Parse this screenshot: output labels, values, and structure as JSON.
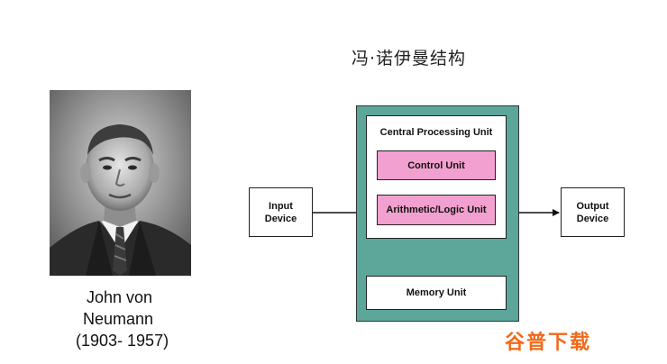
{
  "diagram": {
    "title": "冯·诺伊曼结构",
    "input_device": [
      "Input",
      "Device"
    ],
    "output_device": [
      "Output",
      "Device"
    ],
    "cpu_label": "Central Processing Unit",
    "control_unit": "Control Unit",
    "alu": "Arithmetic/Logic Unit",
    "memory_unit": "Memory Unit"
  },
  "portrait": {
    "caption": [
      "John von",
      "Neumann",
      "(1903- 1957)"
    ]
  },
  "watermark": {
    "text": "谷普下载"
  },
  "colors": {
    "teal_panel": "#5ca69a",
    "pink_unit": "#f2a0cf",
    "watermark": "#f06a1b"
  }
}
